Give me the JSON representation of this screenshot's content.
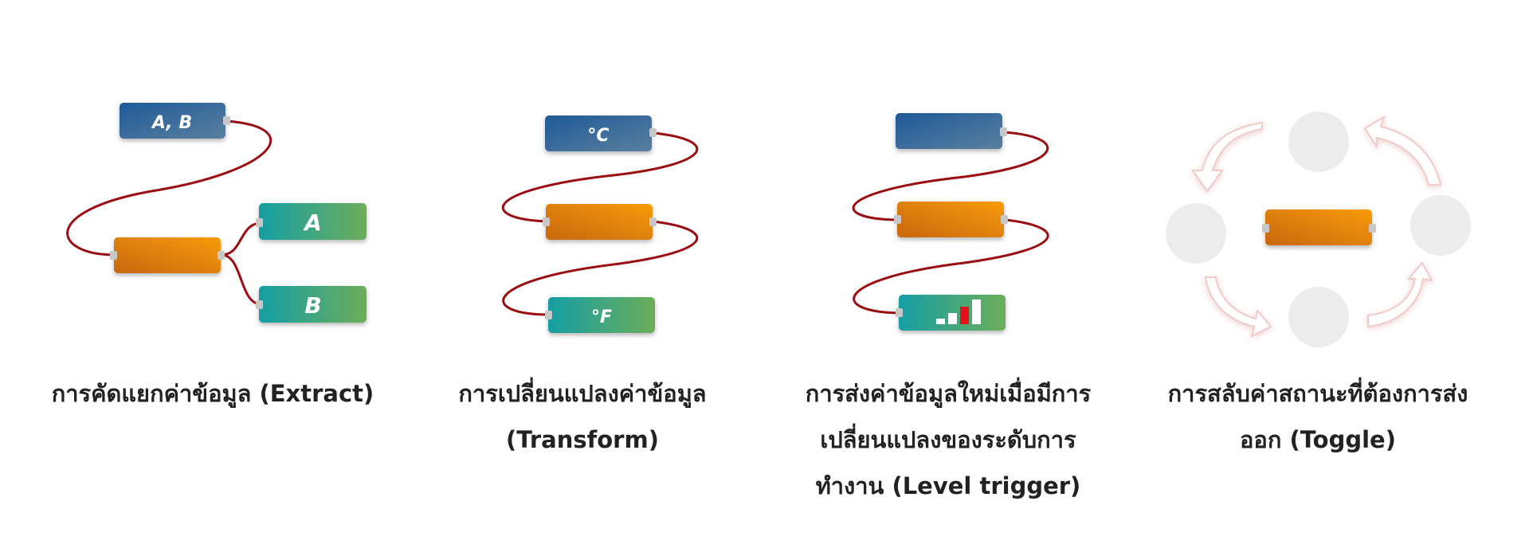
{
  "colors": {
    "wire": "#9b0d10",
    "node_blue": [
      "#1e5a99",
      "#5a7f9e"
    ],
    "node_orange": [
      "#c8670a",
      "#f79b06"
    ],
    "node_teal": [
      "#159ea3",
      "#6cae5a"
    ],
    "port": "#c7c7c7",
    "ghost_circle": "#ececec",
    "arrow_fill": "#ffffff",
    "arrow_stroke": "#f2c9c9",
    "signal_active": "#e3121b",
    "signal_idle": "#ffffff"
  },
  "panels": [
    {
      "id": "extract",
      "input_label": "A, B",
      "output_labels": [
        "A",
        "B"
      ],
      "caption": [
        "การคัดแยกค่าข้อมูล (Extract)"
      ]
    },
    {
      "id": "transform",
      "input_label": "°C",
      "output_label": "°F",
      "caption": [
        "การเปลี่ยนแปลงค่าข้อมูล",
        "(Transform)"
      ]
    },
    {
      "id": "level-trigger",
      "input_label": "",
      "output_icon": "signal-level-icon",
      "caption": [
        "การส่งค่าข้อมูลใหม่เมื่อมีการ",
        "เปลี่ยนแปลงของระดับการ",
        "ทำงาน (Level trigger)"
      ]
    },
    {
      "id": "toggle",
      "center_icon": "toggle-node",
      "cycle_icon": "cycle-arrows-icon",
      "caption": [
        "การสลับค่าสถานะที่ต้องการส่ง",
        "ออก (Toggle)"
      ]
    }
  ]
}
